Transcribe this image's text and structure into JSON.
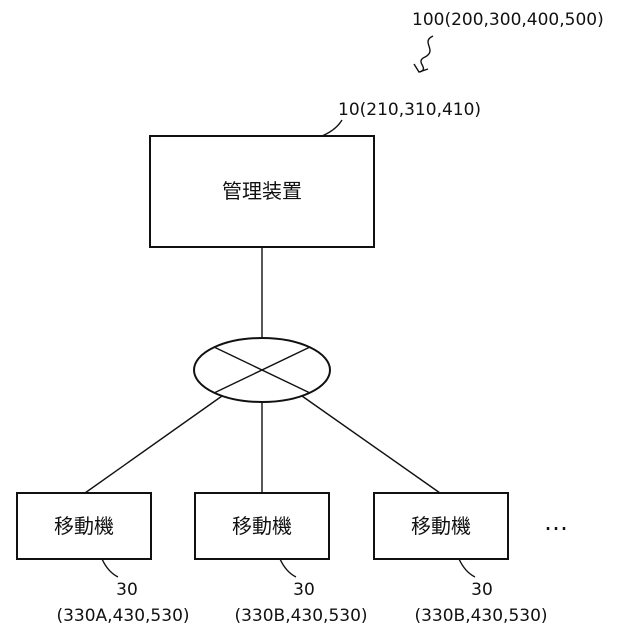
{
  "figure": {
    "system_ref": "100(200,300,400,500)",
    "management": {
      "ref": "10(210,310,410)",
      "label": "管理装置"
    },
    "mobiles": [
      {
        "label": "移動機",
        "ref_num": "30",
        "ref_sub": "(330A,430,530)"
      },
      {
        "label": "移動機",
        "ref_num": "30",
        "ref_sub": "(330B,430,530)"
      },
      {
        "label": "移動機",
        "ref_num": "30",
        "ref_sub": "(330B,430,530)"
      }
    ],
    "ellipsis": "…"
  }
}
